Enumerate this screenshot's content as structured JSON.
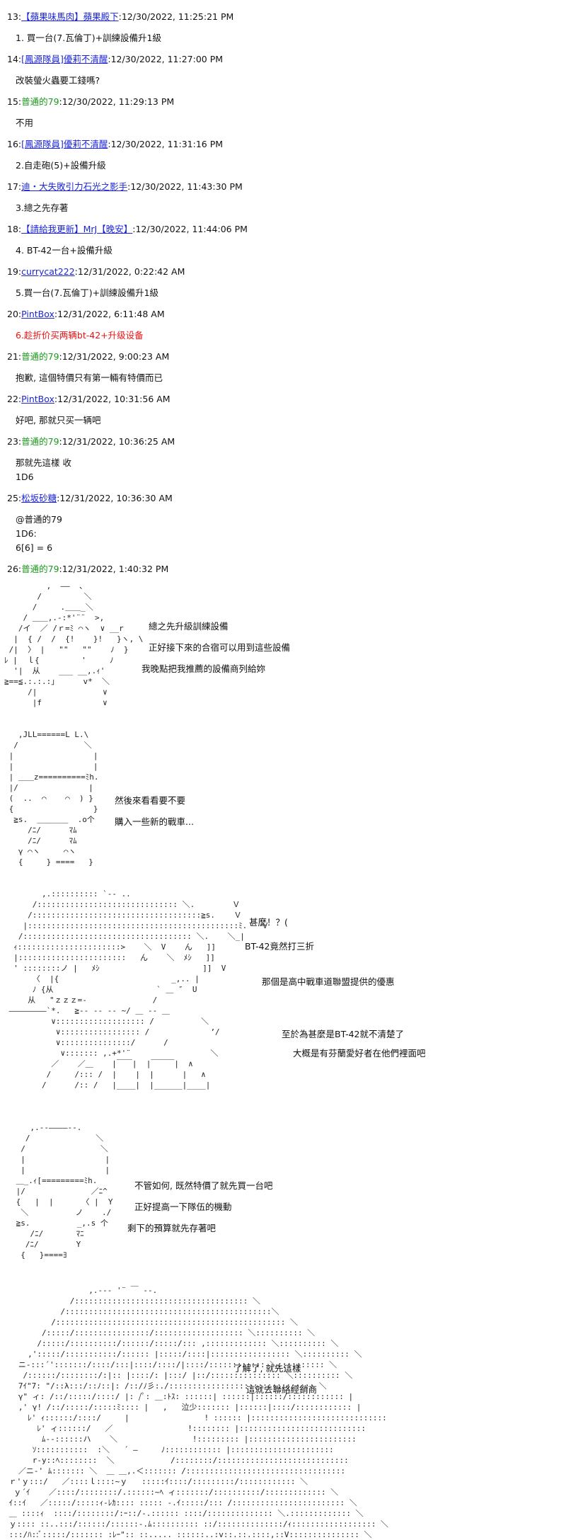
{
  "posts": [
    {
      "no": "13",
      "user": "【蘋果味馬肉】蘋果殿下",
      "color": "blue",
      "time": "12/30/2022, 11:25:21 PM",
      "body": "1. 買一台(7.瓦倫丁)+訓練設備升1級"
    },
    {
      "no": "14",
      "user": "[鳳源隊員]優莉不清醒",
      "color": "blue",
      "time": "12/30/2022, 11:27:00 PM",
      "body": "改裝螢火蟲要工錢嗎?"
    },
    {
      "no": "15",
      "user": "普通的79",
      "color": "green",
      "time": "12/30/2022, 11:29:13 PM",
      "body": "不用"
    },
    {
      "no": "16",
      "user": "[鳳源隊員]優莉不清醒",
      "color": "blue",
      "time": "12/30/2022, 11:31:16 PM",
      "body": "2.自走砲(5)+設備升級"
    },
    {
      "no": "17",
      "user": "迪・大失敗引力石光之影手",
      "color": "blue",
      "time": "12/30/2022, 11:43:30 PM",
      "body": "3.總之先存著"
    },
    {
      "no": "18",
      "user": "【請給我更新】MrJ【晚安】",
      "color": "blue",
      "time": "12/30/2022, 11:44:06 PM",
      "body": "4. BT-42一台+設備升級"
    },
    {
      "no": "19",
      "user": "currycat222",
      "color": "blue",
      "time": "12/31/2022, 0:22:42 AM",
      "body": "5.買一台(7.瓦倫丁)+訓練設備升1級"
    },
    {
      "no": "20",
      "user": "PintBox",
      "color": "blue",
      "time": "12/31/2022, 6:11:48 AM",
      "body": "6.趁折价买两辆bt-42+升级设备",
      "body_red": true
    },
    {
      "no": "21",
      "user": "普通的79",
      "color": "green",
      "time": "12/31/2022, 9:00:23 AM",
      "body": "抱歉, 這個特價只有第一輛有特價而已"
    },
    {
      "no": "22",
      "user": "PintBox",
      "color": "blue",
      "time": "12/31/2022, 10:31:56 AM",
      "body": "好吧, 那就只买一辆吧"
    },
    {
      "no": "23",
      "user": "普通的79",
      "color": "green",
      "time": "12/31/2022, 10:36:25 AM",
      "body": "那就先這樣 收\n1D6"
    },
    {
      "no": "25",
      "user": "松坂砂糖",
      "color": "blue",
      "time": "12/31/2022, 10:36:30 AM",
      "body": "@普通的79\n1D6:\n6[6] = 6"
    },
    {
      "no": "26",
      "user": "普通的79",
      "color": "green",
      "time": "12/31/2022, 1:40:32 PM",
      "body": ""
    }
  ],
  "dialogue": {
    "a1": [
      "總之先升級訓練設備",
      "正好接下來的合宿可以用到這些設備",
      "我晚點把我推薦的設備商列給妳"
    ],
    "a2": [
      "然後來看看要不要",
      "購入一些新的戰車..."
    ],
    "a3": [
      "甚麼！？(",
      "BT-42竟然打三折",
      "那個是高中戰車道聯盟提供的優惠",
      "至於為甚麼是BT-42就不清楚了",
      "大概是有芬蘭愛好者在他們裡面吧"
    ],
    "a4": [
      "不管如何, 既然特價了就先買一台吧",
      "正好提高一下隊伍的機動",
      "剩下的預算就先存著吧"
    ],
    "a5": [
      "了解了, 就先這樣",
      "這就去聯絡經銷商"
    ]
  },
  "colors": {
    "link_blue": "#1b25d6",
    "user_green": "#1a9a1a",
    "highlight_red": "#e11111"
  }
}
